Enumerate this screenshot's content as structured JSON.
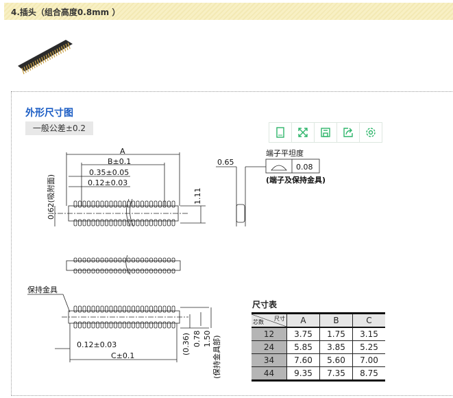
{
  "header": {
    "title": "4.插头（组合高度0.8mm ）"
  },
  "section": {
    "title": "外形尺寸图",
    "tolerance": "一般公差±0.2"
  },
  "toolbar": [
    {
      "icon": "tablet-icon"
    },
    {
      "icon": "fullscreen-icon"
    },
    {
      "icon": "save-icon"
    },
    {
      "icon": "share-icon"
    },
    {
      "icon": "settings-icon"
    }
  ],
  "drawing": {
    "dim_a": "A",
    "dim_b": "B±0.1",
    "dim_pitch": "0.35±0.05",
    "dim_pin": "0.12±0.03",
    "dim_062": "0.62(吸附面)",
    "dim_111": "1.11",
    "dim_065": "0.65",
    "flatness_label": "端子平坦度",
    "flatness_value": "0.08",
    "flatness_note": "(端子及保持金具)",
    "holder_label": "保持金具",
    "dim_pin2": "0.12±0.03",
    "dim_c": "C±0.1",
    "dim_036": "(0.36)",
    "dim_078": "0.78",
    "dim_150": "1.50",
    "dim_holder": "(保持金具部)"
  },
  "table": {
    "title": "尺寸表",
    "corner_row": "芯数",
    "corner_col": "尺寸",
    "columns": [
      "A",
      "B",
      "C"
    ],
    "rows": [
      {
        "pins": "12",
        "A": "3.75",
        "B": "1.75",
        "C": "3.15"
      },
      {
        "pins": "24",
        "A": "5.85",
        "B": "3.85",
        "C": "5.25"
      },
      {
        "pins": "34",
        "A": "7.60",
        "B": "5.60",
        "C": "7.00"
      },
      {
        "pins": "44",
        "A": "9.35",
        "B": "7.35",
        "C": "8.75"
      }
    ]
  },
  "colors": {
    "accent_green": "#2db56a",
    "title_blue": "#1a5cc4"
  }
}
